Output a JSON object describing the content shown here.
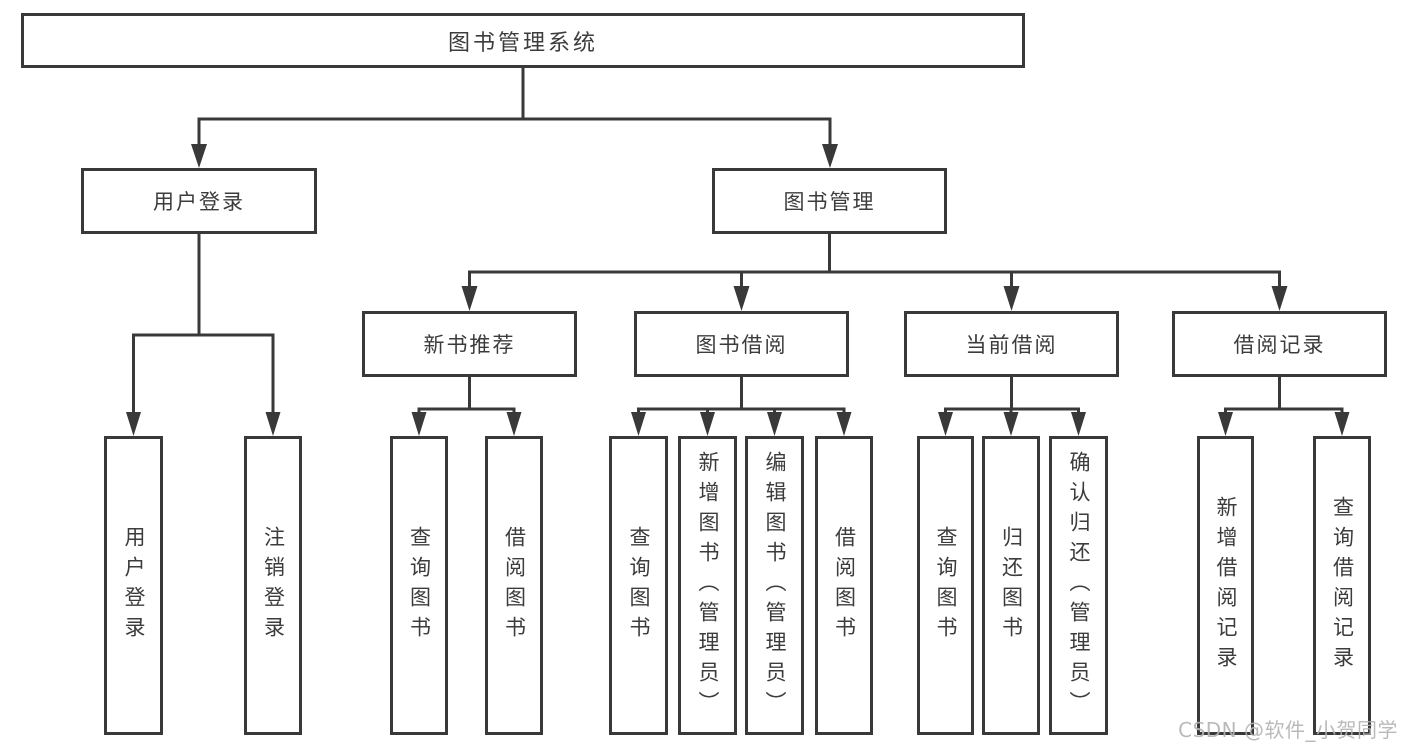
{
  "watermark": "CSDN @软件_小贺同学",
  "colors": {
    "line": "#393939",
    "box_border": "#393939",
    "text": "#3c3c3c",
    "watermark": "#b3b3b3",
    "background": "#ffffff"
  },
  "tree": {
    "label": "图书管理系统",
    "children": [
      {
        "label": "用户登录",
        "children": [
          {
            "label": "用户登录"
          },
          {
            "label": "注销登录"
          }
        ]
      },
      {
        "label": "图书管理",
        "children": [
          {
            "label": "新书推荐",
            "children": [
              {
                "label": "查询图书"
              },
              {
                "label": "借阅图书"
              }
            ]
          },
          {
            "label": "图书借阅",
            "children": [
              {
                "label": "查询图书"
              },
              {
                "label": "新增图书（管理员）"
              },
              {
                "label": "编辑图书（管理员）"
              },
              {
                "label": "借阅图书"
              }
            ]
          },
          {
            "label": "当前借阅",
            "children": [
              {
                "label": "查询图书"
              },
              {
                "label": "归还图书"
              },
              {
                "label": "确认归还（管理员）"
              }
            ]
          },
          {
            "label": "借阅记录",
            "children": [
              {
                "label": "新增借阅记录"
              },
              {
                "label": "查询借阅记录"
              }
            ]
          }
        ]
      }
    ]
  }
}
